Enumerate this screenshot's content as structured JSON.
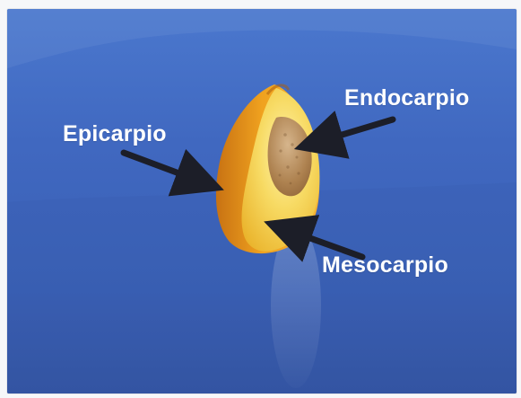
{
  "labels": {
    "endocarpio": "Endocarpio",
    "epicarpio": "Epicarpio",
    "mesocarpio": "Mesocarpio"
  },
  "colors": {
    "background_blue": "#3f66bf",
    "skin_orange": "#f0a21f",
    "flesh_yellow": "#f5d65a",
    "pit_brown": "#b98c52",
    "arrow": "#1c1e28"
  },
  "icons": {
    "arrow_endocarpio": "arrow-left-icon",
    "arrow_epicarpio": "arrow-right-icon",
    "arrow_mesocarpio": "arrow-left-icon"
  }
}
